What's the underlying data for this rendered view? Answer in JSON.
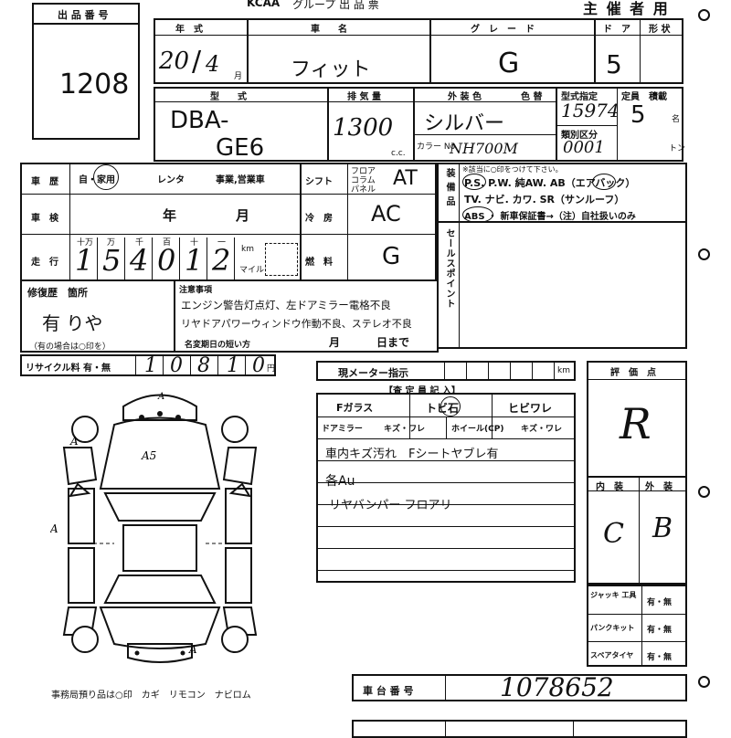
{
  "header": {
    "brand": "KCAA",
    "title": "グループ 出 品 票",
    "title_right": "主 催 者 用"
  },
  "lot": {
    "label": "出 品 番 号",
    "number": "1208"
  },
  "row1": {
    "labels": {
      "year": "年　式",
      "car_name": "車　　名",
      "grade": "グ　レ　ー　ド",
      "doors": "ド　ア",
      "body_shape": "形 状"
    },
    "values": {
      "year": "20",
      "month": "4",
      "month_unit": "月",
      "car_name": "フィット",
      "grade": "G",
      "doors": "5"
    }
  },
  "row2": {
    "labels": {
      "model": "型　　式",
      "displacement": "排 気 量",
      "exterior_color": "外 装 色",
      "color_no": "色 替",
      "type_spec": "型式指定",
      "capacity": "定員",
      "load": "積載",
      "class_no": "類別区分",
      "color_code": "カラー No.",
      "cc": "c.c.",
      "persons": "名",
      "tons": "トン"
    },
    "values": {
      "model_line1": "DBA-",
      "model_line2": "GE6",
      "displacement": "1300",
      "exterior_color": "シルバー",
      "color_code": "NH700M",
      "type_spec": "15974",
      "class_no": "0001",
      "capacity": "5"
    }
  },
  "history": {
    "label": "車　歴",
    "options": [
      "自・家用",
      "レンタ",
      "事業,営業車"
    ],
    "selected": "自・家用"
  },
  "shift": {
    "label": "シフト",
    "positions": [
      "フロア",
      "コラム",
      "パネル"
    ],
    "value": "AT"
  },
  "inspection": {
    "label": "車　検",
    "year_unit": "年",
    "month_unit": "月"
  },
  "ac": {
    "label": "冷　房",
    "value": "AC"
  },
  "mileage": {
    "label": "走　行",
    "digit_labels": [
      "十万",
      "万",
      "千",
      "百",
      "十",
      "一"
    ],
    "digits": [
      "1",
      "5",
      "4",
      "0",
      "1",
      "2"
    ],
    "unit_km": "km",
    "unit_mile": "マイル"
  },
  "fuel": {
    "label": "燃　料",
    "value": "G"
  },
  "equipment": {
    "label": "装 備 品",
    "note": "※該当に○印をつけて下さい。",
    "line1": "P.S.  P.W.  純AW.  AB（エアバック）",
    "line2": "TV. ナビ. カワ. SR（サンルーフ）",
    "line3": "ABS ・ 新車保証書→（注）自社扱いのみ"
  },
  "sales_point": {
    "label": "セールスポイント"
  },
  "repair": {
    "label": "修復歴　箇所",
    "value": "有 りや",
    "footnote": "（有の場合は○印を）"
  },
  "notes": {
    "label": "注意事項",
    "line1": "エンジン警告灯点灯、左ドアミラー電格不良",
    "line2": "リヤドアパワーウィンドウ作動不良、ステレオ不良",
    "deadline_label": "名変期日の短い方",
    "month_unit": "月",
    "day_unit": "日まで"
  },
  "recycle": {
    "label": "リサイクル料 有・無",
    "digits": [
      "1",
      "0",
      "8",
      "1",
      "0"
    ],
    "unit": "円"
  },
  "meter": {
    "label": "現メーター指示",
    "unit": "km",
    "inspector_label": "【査 定 員 記 入】"
  },
  "glass": {
    "label": "Fガラス",
    "chip": "トビ石",
    "crack": "ヒビワレ"
  },
  "mirror": {
    "label": "ドアミラー",
    "mirror_value": "キズ・ワレ",
    "wheel_label": "ホイール(CP)",
    "wheel_value": "キズ・ワレ"
  },
  "inspector_notes": [
    "車内キズ汚れ　Fシートヤブレ有",
    "各Au",
    "リヤバンパー フロアリ"
  ],
  "grade_box": {
    "label": "評　価　点",
    "score": "R",
    "interior_label": "内　装",
    "exterior_label": "外　装",
    "interior": "C",
    "exterior": "B"
  },
  "accessories": {
    "items": [
      {
        "label": "ジャッキ 工具",
        "value": "有・無"
      },
      {
        "label": "パンクキット",
        "value": "有・無"
      },
      {
        "label": "スペアタイヤ",
        "value": "有・無"
      }
    ]
  },
  "office": {
    "note": "事務局預り品は○印　カギ　リモコン　ナビロム"
  },
  "chassis": {
    "label": "車 台 番 号",
    "value": "1078652"
  },
  "diagram_marks": {
    "front": "A",
    "hood": "A5",
    "left_front": "A",
    "left_side": "A",
    "rear": "A"
  }
}
